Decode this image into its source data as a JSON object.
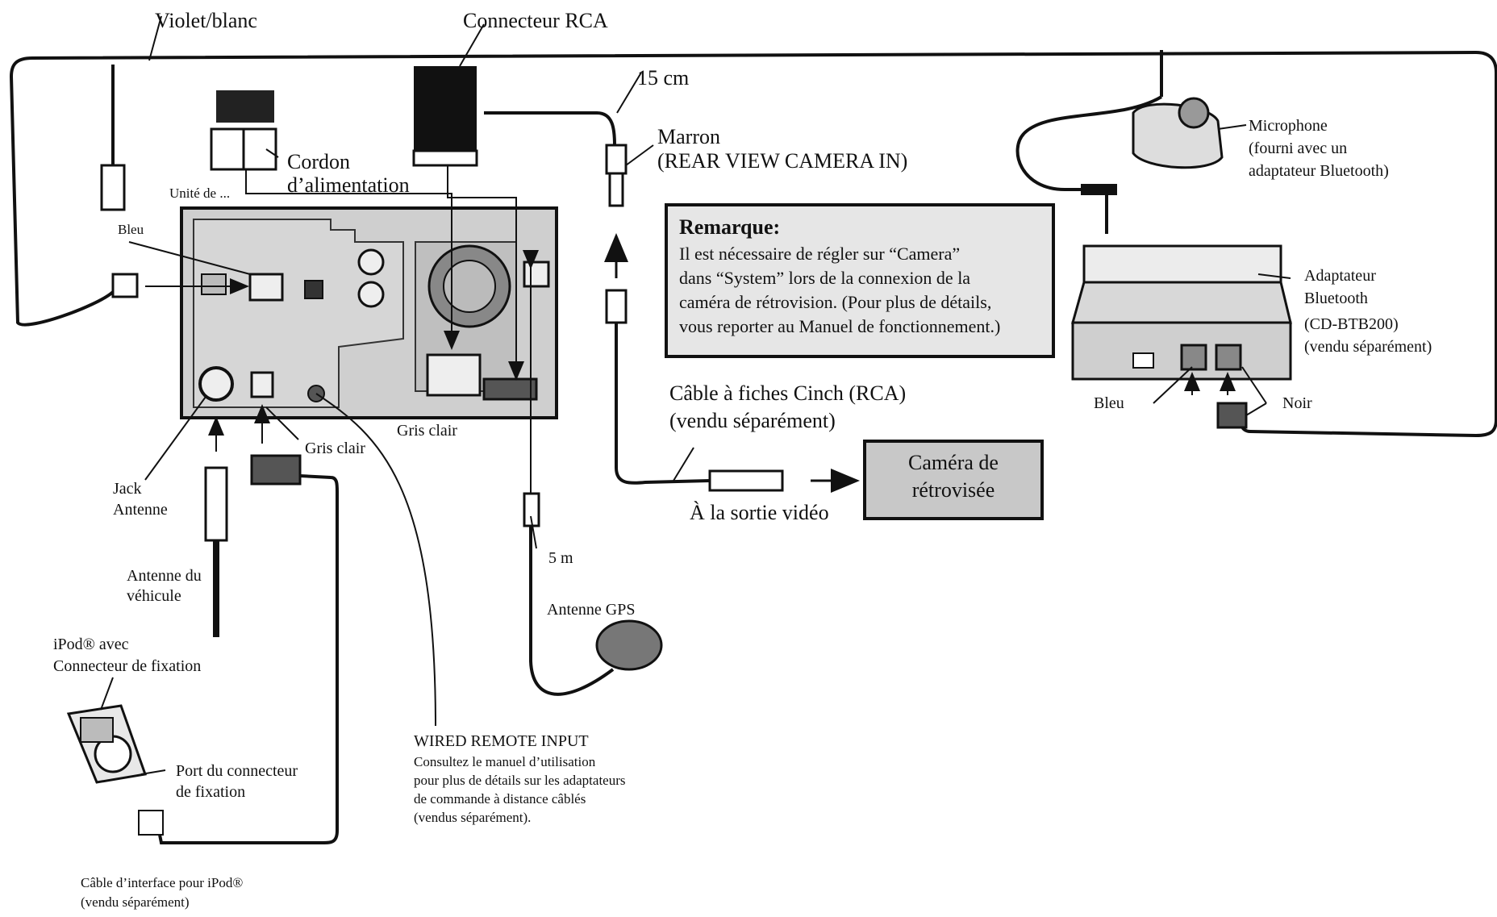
{
  "labels": {
    "violet_blanc": "Violet/blanc",
    "connecteur_rca": "Connecteur RCA",
    "len_15cm": "15 cm",
    "marron": "Marron",
    "rear_view_camera_in": "(REAR VIEW CAMERA IN)",
    "cordon": "Cordon",
    "alimentation": "d’alimentation",
    "unite_de": "Unité de ...",
    "bleu_left": "Bleu",
    "gris_clair_center": "Gris clair",
    "gris_clair_left": "Gris clair",
    "jack": "Jack",
    "antenne": "Antenne",
    "antenne_du": "Antenne du",
    "vehicule": "véhicule",
    "ipod_avec": "iPod® avec",
    "connecteur_fixation": "Connecteur de fixation",
    "port_du_connecteur": "Port du connecteur",
    "de_fixation": "de fixation",
    "cable_interface": "Câble d’interface pour iPod®",
    "vendu_separement_ipod": "(vendu séparément)",
    "wired_remote_input": "WIRED REMOTE INPUT",
    "wired_line1": "Consultez le manuel d’utilisation",
    "wired_line2": "pour plus de détails sur les adaptateurs",
    "wired_line3": "de commande à distance câblés",
    "wired_line4": "(vendus séparément).",
    "len_5m": "5 m",
    "antenne_gps": "Antenne GPS",
    "cable_cinch": "Câble à fiches Cinch (RCA)",
    "vendu_separement_cinch": "(vendu séparément)",
    "a_la_sortie_video": "À la sortie vidéo",
    "camera_line1": "Caméra de",
    "camera_line2": "rétrovisée",
    "microphone": "Microphone",
    "mic_line1": "(fourni avec un",
    "mic_line2": "adaptateur Bluetooth)",
    "adaptateur": "Adaptateur",
    "bluetooth": "Bluetooth",
    "cd_btb200": "(CD-BTB200)",
    "vendu_separement_bt": "(vendu séparément)",
    "bleu_right": "Bleu",
    "noir": "Noir"
  },
  "note": {
    "title": "Remarque:",
    "line1": "Il est nécessaire de régler sur “Camera”",
    "line2": "dans “System” lors de la connexion de la",
    "line3": "caméra de rétrovision. (Pour plus de détails,",
    "line4": "vous reporter au Manuel de fonctionnement.)"
  },
  "colors": {
    "ink": "#111111",
    "unit_fill": "#cfcfcf",
    "note_fill": "#e6e6e6",
    "camera_fill": "#c8c8c8",
    "adapter_fill": "#d8d8d8"
  }
}
